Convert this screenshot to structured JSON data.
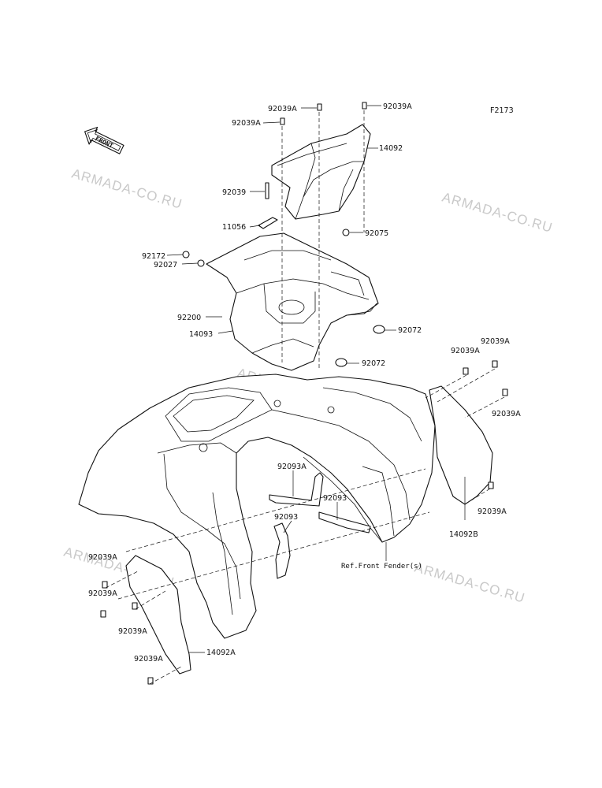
{
  "figure_code": "F2173",
  "front_marker": "FRONT",
  "watermark": "ARMADA-CO.RU",
  "reference_note": "Ref.Front Fender(s)",
  "callouts": {
    "c92039a_top_left": "92039A",
    "c92039a_top_mid": "92039A",
    "c92039a_top_right": "92039A",
    "c14092": "14092",
    "c92039": "92039",
    "c11056": "11056",
    "c92075": "92075",
    "c92172": "92172",
    "c92027": "92027",
    "c92200": "92200",
    "c14093": "14093",
    "c92072_upper": "92072",
    "c92072_lower": "92072",
    "c92039a_right_1": "92039A",
    "c92039a_right_2": "92039A",
    "c92039a_right_3": "92039A",
    "c92039a_right_4": "92039A",
    "c14092b": "14092B",
    "c92093a": "92093A",
    "c92093_right": "92093",
    "c92093_left": "92093",
    "c92039a_left_1": "92039A",
    "c92039a_left_2": "92039A",
    "c92039a_left_3": "92039A",
    "c92039a_left_4": "92039A",
    "c14092a": "14092A"
  }
}
